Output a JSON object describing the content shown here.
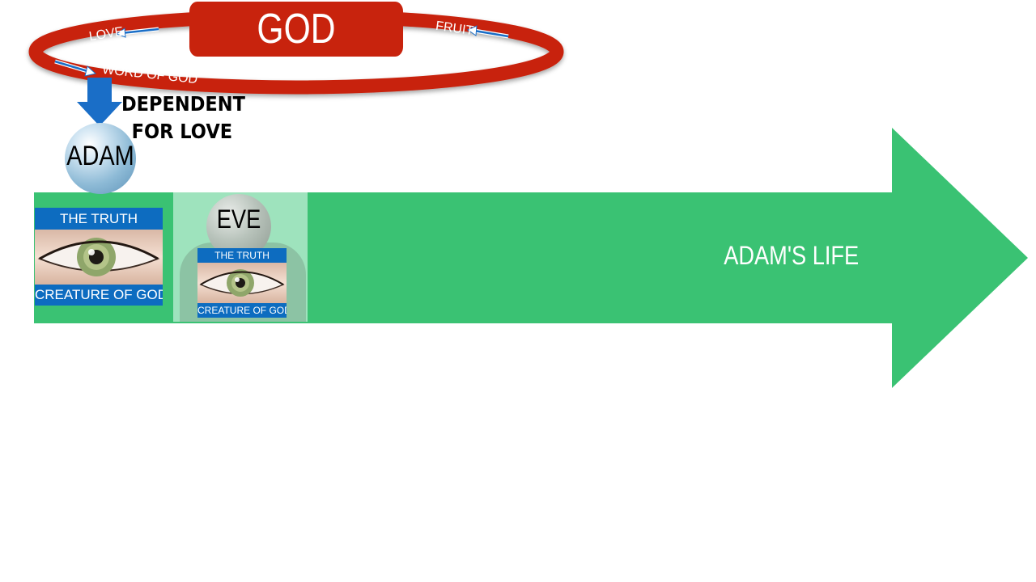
{
  "diagram": {
    "god": {
      "label": "GOD"
    },
    "ring_labels": {
      "love": "LOVE",
      "fruit": "FRUIT",
      "word": "WORD OF GOD"
    },
    "dependency": {
      "line1": "DEPENDENT",
      "line2": "FOR LOVE"
    },
    "adam": {
      "label": "ADAM",
      "card_top": "THE TRUTH",
      "card_bottom": "CREATURE OF GOD"
    },
    "eve": {
      "label": "EVE",
      "card_top": "THE TRUTH",
      "card_bottom": "CREATURE OF GOD"
    },
    "timeline": {
      "label": "ADAM'S LIFE"
    }
  },
  "colors": {
    "timeline": "#3ac273",
    "god_red": "#c8230d",
    "banner_blue": "#0d6cc0",
    "dependency_arrow": "#1a6ec7"
  },
  "icons": [
    "eye-photo",
    "sphere",
    "arrow"
  ]
}
